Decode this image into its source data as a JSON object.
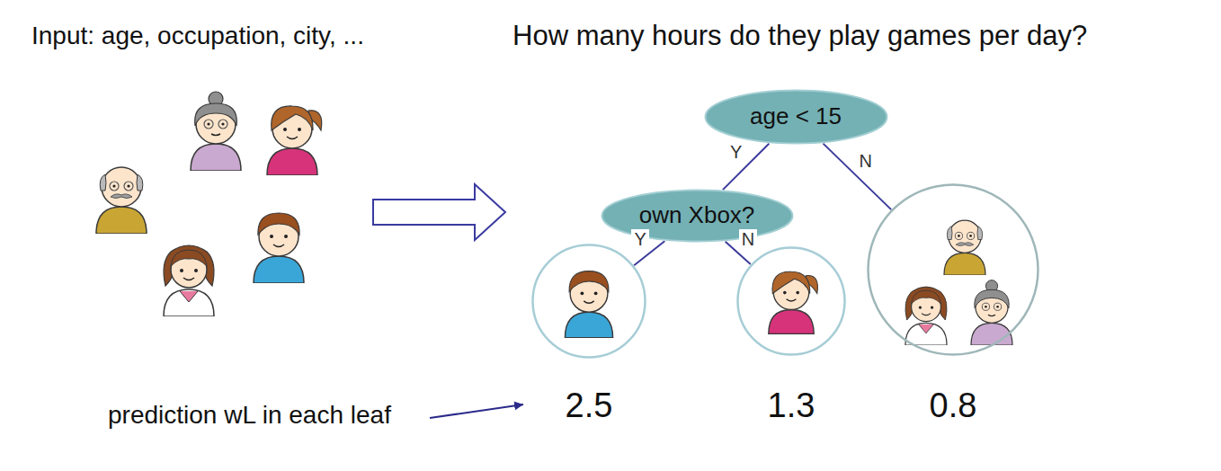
{
  "diagram": {
    "nodes": [
      {
        "text": [
          "age < 15"
        ]
      },
      {
        "text": [
          "own Xbox?"
        ]
      },
      {
        "text": [
          "2.5"
        ]
      },
      {
        "text": [
          "1.3"
        ]
      },
      {
        "text": [
          "0.8"
        ]
      }
    ],
    "edges": [
      {
        "from": 0,
        "to": 1,
        "label": "Y",
        "arrow": "none"
      },
      {
        "from": 0,
        "to": 4,
        "label": "N",
        "arrow": "none"
      },
      {
        "from": 1,
        "to": 2,
        "label": "Y",
        "arrow": "none"
      },
      {
        "from": 1,
        "to": 3,
        "label": "N",
        "arrow": "none"
      }
    ],
    "labels": [
      "Input: age, occupation, city, ...",
      "How many hours do they play games per day?",
      "prediction wL in each leaf"
    ]
  }
}
